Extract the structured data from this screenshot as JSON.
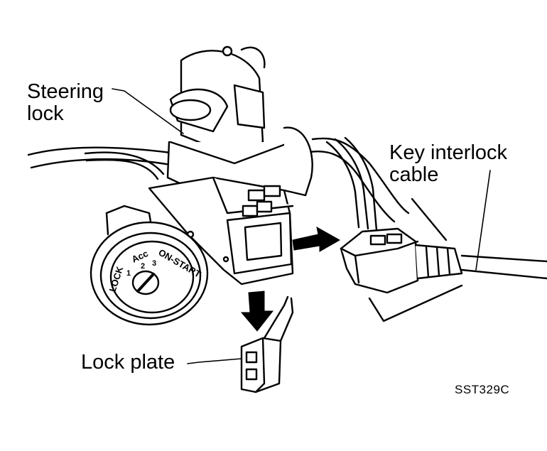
{
  "labels": {
    "steering_lock": [
      "Steering",
      "lock"
    ],
    "key_interlock_cable": [
      "Key interlock",
      "cable"
    ],
    "lock_plate": "Lock plate",
    "figure_code": "SST329C"
  },
  "key_positions": {
    "lock": "LOCK",
    "acc": "Acc",
    "on_start": "ON-START",
    "numbers": [
      "1",
      "2",
      "3"
    ]
  },
  "colors": {
    "ink": "#000000",
    "paper": "#ffffff"
  }
}
